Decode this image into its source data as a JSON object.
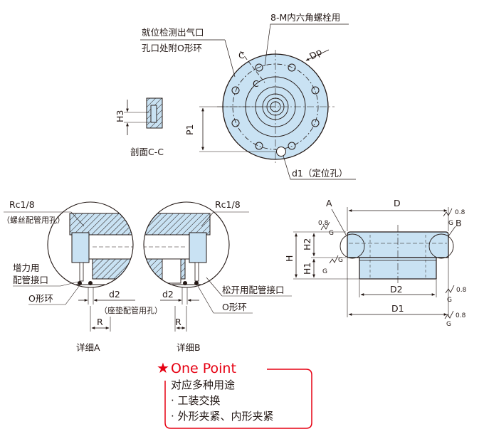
{
  "top_view": {
    "callout_bolts": "8-M内六角螺栓用",
    "callout_port_line1": "就位检测出气口",
    "callout_port_line2": "孔口处附O形环",
    "dim_dp": "Dp",
    "dim_p1": "P1",
    "section_mark": "C",
    "locating_hole": "d1（定位孔）"
  },
  "section_cc": {
    "dim_h3": "H3",
    "title": "剖面C-C"
  },
  "side_view": {
    "dim_d": "D",
    "dim_d2": "D2",
    "dim_d1": "D1",
    "dim_h": "H",
    "dim_h2": "H2",
    "dim_h1": "H1",
    "marker_a": "A",
    "marker_b": "B",
    "roughness": "0.8",
    "roughness_g": "G"
  },
  "detail_a": {
    "rc_label": "Rc1/8",
    "rc_note": "（螺丝配管用孔）",
    "booster_line1": "增力用",
    "booster_line2": "配管接口",
    "oring": "O形环",
    "dim_d2": "d2",
    "d2_note": "（座垫配管用孔）",
    "dim_r": "R",
    "title": "详细A"
  },
  "detail_b": {
    "rc_label": "Rc1/8",
    "unclamp_port": "松开用配管接口",
    "oring": "O形环",
    "dim_d2": "d2",
    "dim_r": "R",
    "title": "详细B"
  },
  "one_point": {
    "star": "★",
    "title": "One Point",
    "line1": "对应多种用途",
    "line2": "· 工装交换",
    "line3": "· 外形夹紧、内形夹紧"
  },
  "colors": {
    "body_fill": "#c9e2f3",
    "hatch": "#231815",
    "accent_red": "#e60012",
    "line": "#231815"
  }
}
